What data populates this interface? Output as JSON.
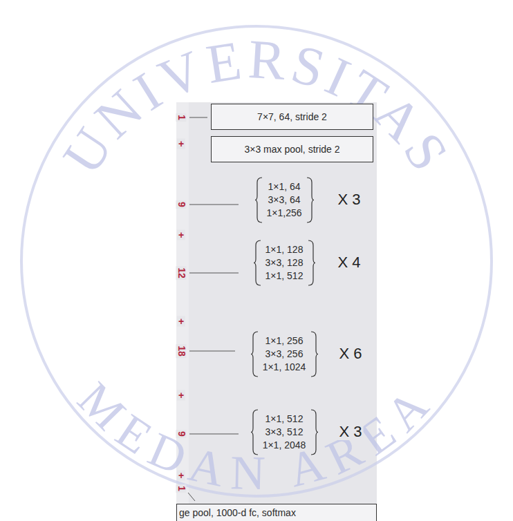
{
  "diagram": {
    "nodes": [
      {
        "text": [
          "7×7, 64, stride 2"
        ]
      },
      {
        "text": [
          "3×3 max pool, stride 2"
        ]
      },
      {
        "text": [
          "1×1, 64",
          "3×3, 64",
          "1×1,256"
        ]
      },
      {
        "text": [
          "1×1, 128",
          "3×3, 128",
          "1×1, 512"
        ]
      },
      {
        "text": [
          "1×1, 256",
          "3×3, 256",
          "1×1, 1024"
        ]
      },
      {
        "text": [
          "1×1, 512",
          "3×3, 512",
          "1×1, 2048"
        ]
      },
      {
        "text": [
          "ge pool, 1000-d fc, softmax"
        ]
      }
    ],
    "labels": [
      "UNIVERSITAS",
      "1",
      "+",
      "9",
      "X 3",
      "+",
      "12",
      "X 4",
      "+",
      "18",
      "X 6",
      "+",
      "9",
      "X 3",
      "+",
      "1",
      "MEDAN AREA"
    ]
  }
}
